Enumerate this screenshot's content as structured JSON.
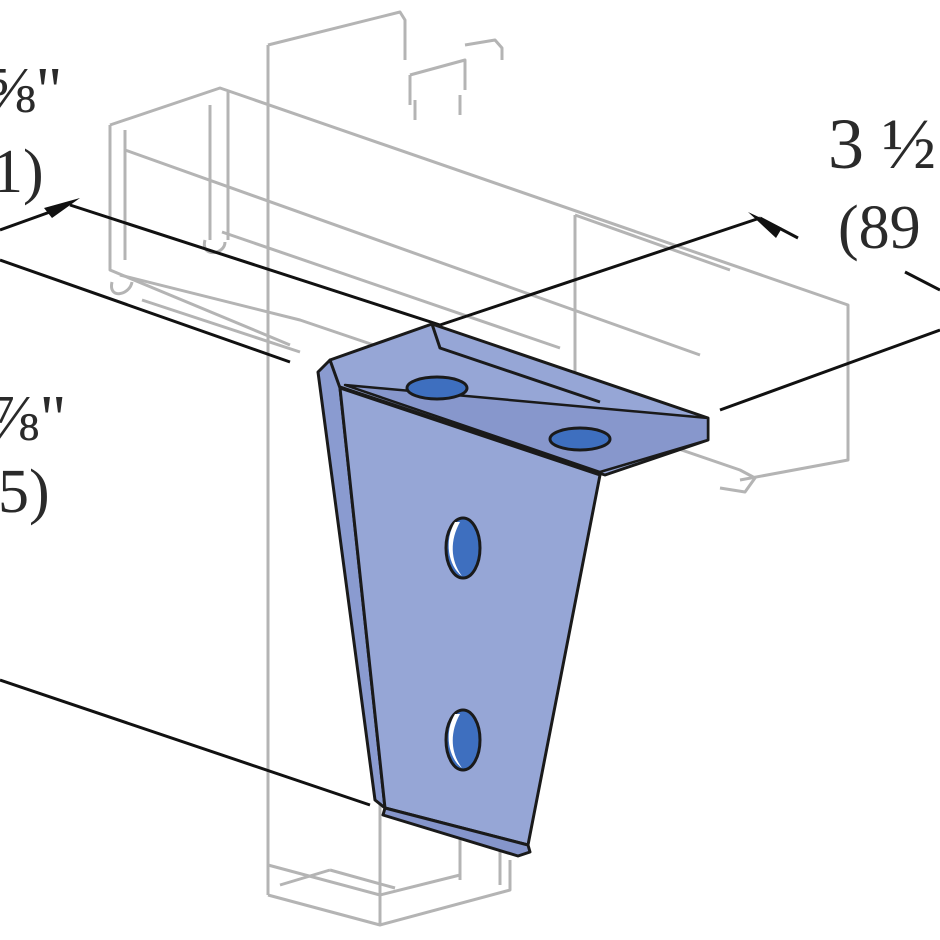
{
  "dimensions": {
    "top_left": {
      "imperial": "⅝\"",
      "metric": "1)"
    },
    "top_right": {
      "imperial": "3 ½",
      "metric": "(89"
    },
    "left": {
      "imperial": "⅞\"",
      "metric": "5)"
    }
  },
  "colors": {
    "bracket_fill": "#96a6d6",
    "bracket_edge": "#7f91c9",
    "bracket_stroke": "#1a1a1a",
    "hole": "#3e6fbf",
    "channel_line": "#b4b4b4",
    "dimension_line": "#111111"
  }
}
